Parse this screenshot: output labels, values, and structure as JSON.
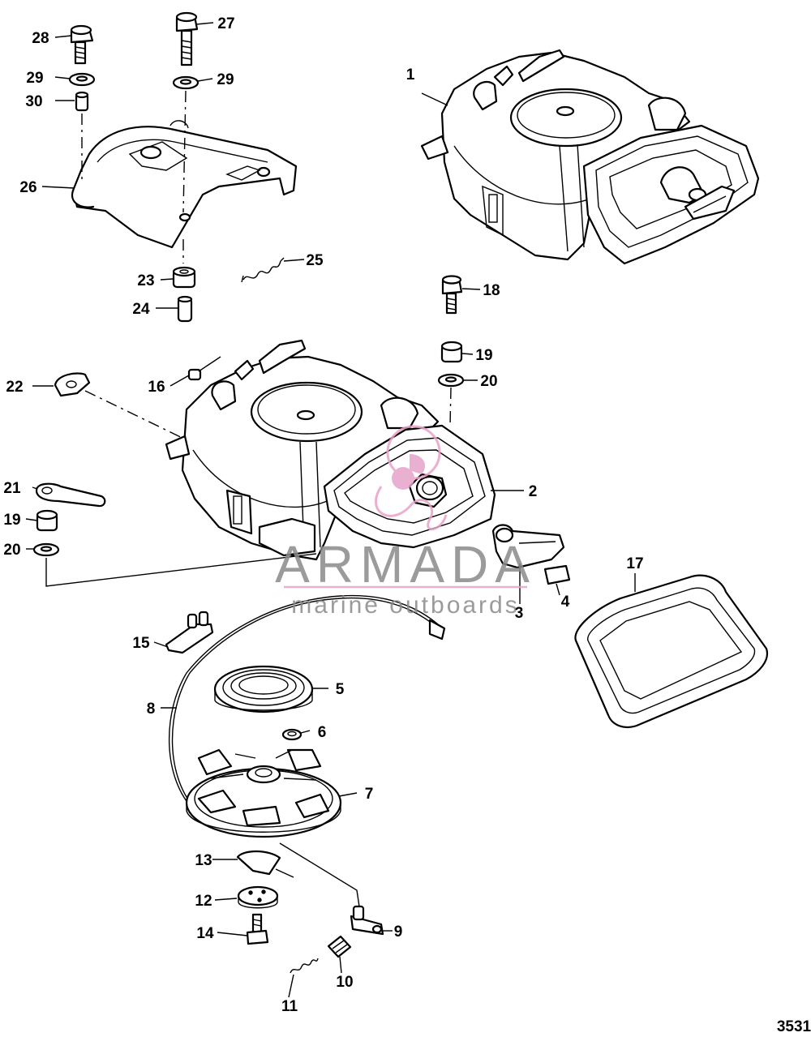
{
  "diagram": {
    "figure_number": "3531",
    "callouts": [
      {
        "id": "c1",
        "text": "1"
      },
      {
        "id": "c2",
        "text": "2"
      },
      {
        "id": "c3",
        "text": "3"
      },
      {
        "id": "c4",
        "text": "4"
      },
      {
        "id": "c5",
        "text": "5"
      },
      {
        "id": "c6",
        "text": "6"
      },
      {
        "id": "c7",
        "text": "7"
      },
      {
        "id": "c8",
        "text": "8"
      },
      {
        "id": "c9",
        "text": "9"
      },
      {
        "id": "c10",
        "text": "10"
      },
      {
        "id": "c11",
        "text": "11"
      },
      {
        "id": "c12",
        "text": "12"
      },
      {
        "id": "c13",
        "text": "13"
      },
      {
        "id": "c14",
        "text": "14"
      },
      {
        "id": "c15",
        "text": "15"
      },
      {
        "id": "c16",
        "text": "16"
      },
      {
        "id": "c17",
        "text": "17"
      },
      {
        "id": "c18",
        "text": "18"
      },
      {
        "id": "c19a",
        "text": "19"
      },
      {
        "id": "c19b",
        "text": "19"
      },
      {
        "id": "c20a",
        "text": "20"
      },
      {
        "id": "c20b",
        "text": "20"
      },
      {
        "id": "c21",
        "text": "21"
      },
      {
        "id": "c22",
        "text": "22"
      },
      {
        "id": "c23",
        "text": "23"
      },
      {
        "id": "c24",
        "text": "24"
      },
      {
        "id": "c25",
        "text": "25"
      },
      {
        "id": "c26",
        "text": "26"
      },
      {
        "id": "c27",
        "text": "27"
      },
      {
        "id": "c28",
        "text": "28"
      },
      {
        "id": "c29a",
        "text": "29"
      },
      {
        "id": "c29b",
        "text": "29"
      },
      {
        "id": "c30",
        "text": "30"
      }
    ]
  },
  "watermark": {
    "brand": "ARMADA",
    "tagline": "marine outboards",
    "color": "#e7a3c9"
  }
}
